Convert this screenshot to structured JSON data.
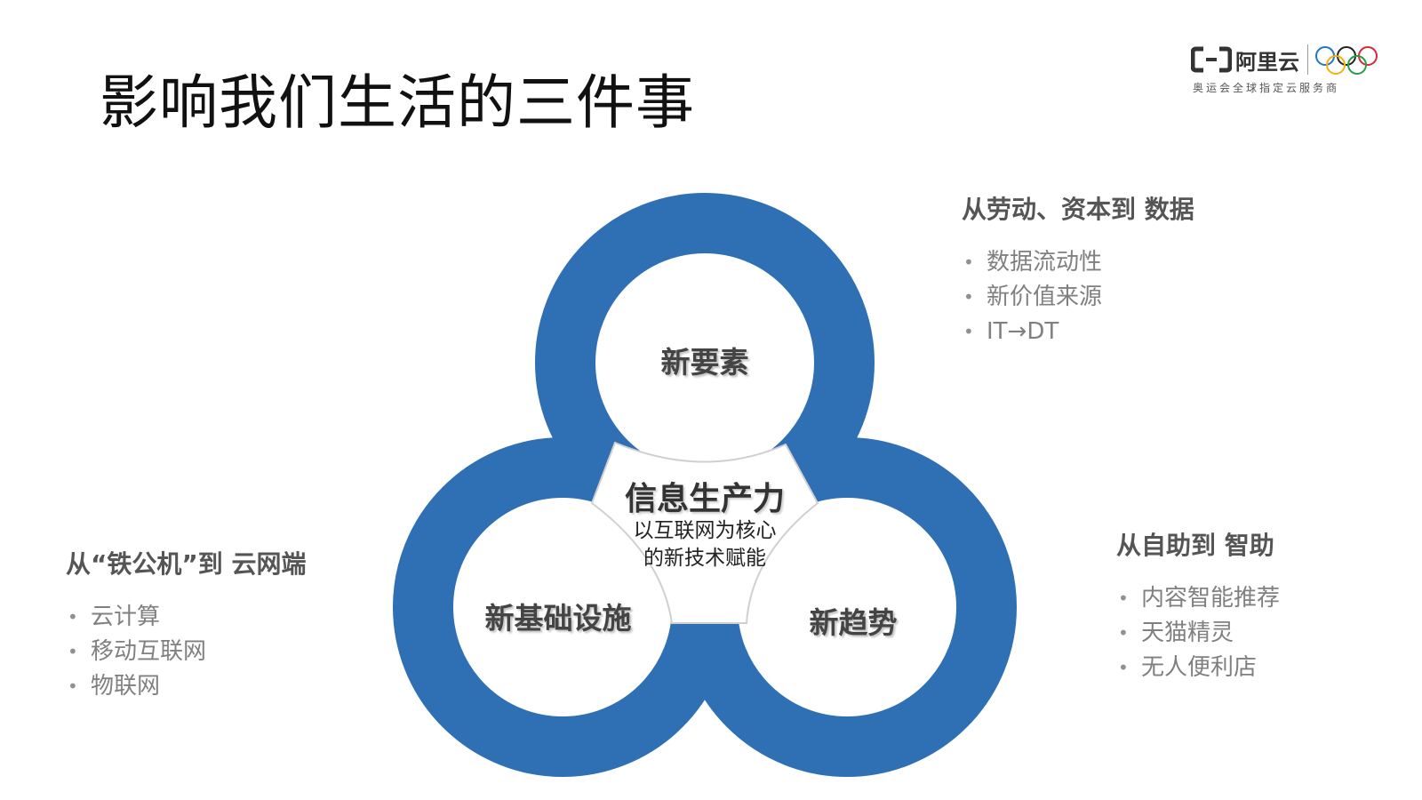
{
  "title": "影响我们生活的三件事",
  "logo": {
    "brand": "阿里云",
    "tagline": "奥运会全球指定云服务商",
    "mark_icon": "aliyun-logo-icon",
    "rings_icon": "olympic-rings-icon"
  },
  "colors": {
    "ring_blue": "#2f6fb3",
    "center_fill": "#ffffff",
    "center_stroke": "#cfcfcf"
  },
  "circles": {
    "top": "新要素",
    "left": "新基础设施",
    "right": "新趋势"
  },
  "center": {
    "title": "信息生产力",
    "line1": "以互联网为核心",
    "line2": "的新技术赋能"
  },
  "right_top": {
    "heading": "从劳动、资本到 数据",
    "items": [
      "数据流动性",
      " 新价值来源",
      " IT→DT"
    ]
  },
  "left_bottom": {
    "heading": "从“铁公机”到 云网端",
    "items": [
      "云计算",
      "移动互联网",
      "物联网"
    ]
  },
  "right_bottom": {
    "heading": "从自助到 智助",
    "items": [
      "内容智能推荐",
      "天猫精灵",
      "无人便利店"
    ]
  }
}
